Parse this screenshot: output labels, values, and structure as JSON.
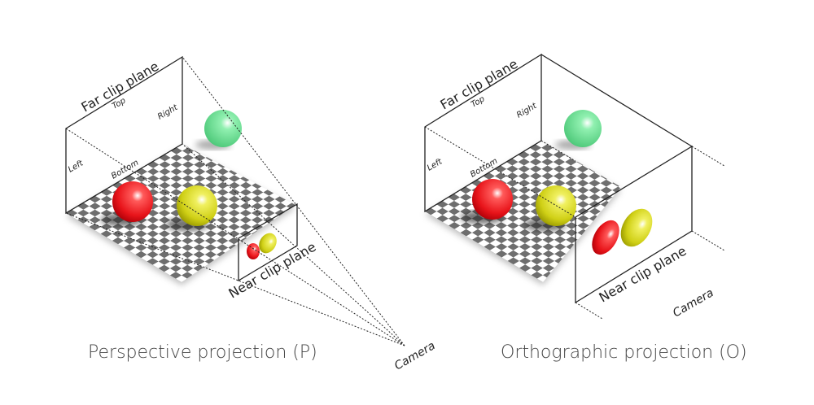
{
  "perspective": {
    "caption": "Perspective projection (P)",
    "far_label": "Far clip plane",
    "near_label": "Near clip plane",
    "top": "Top",
    "left": "Left",
    "right": "Right",
    "bottom": "Bottom",
    "camera": "Camera"
  },
  "orthographic": {
    "caption": "Orthographic projection (O)",
    "far_label": "Far clip plane",
    "near_label": "Near clip plane",
    "top": "Top",
    "left": "Left",
    "right": "Right",
    "bottom": "Bottom",
    "camera": "Camera"
  },
  "colors": {
    "red": "#e8141a",
    "yellow": "#d8d816",
    "green": "#5ee08a",
    "checker_dark": "#6e6e6e"
  }
}
